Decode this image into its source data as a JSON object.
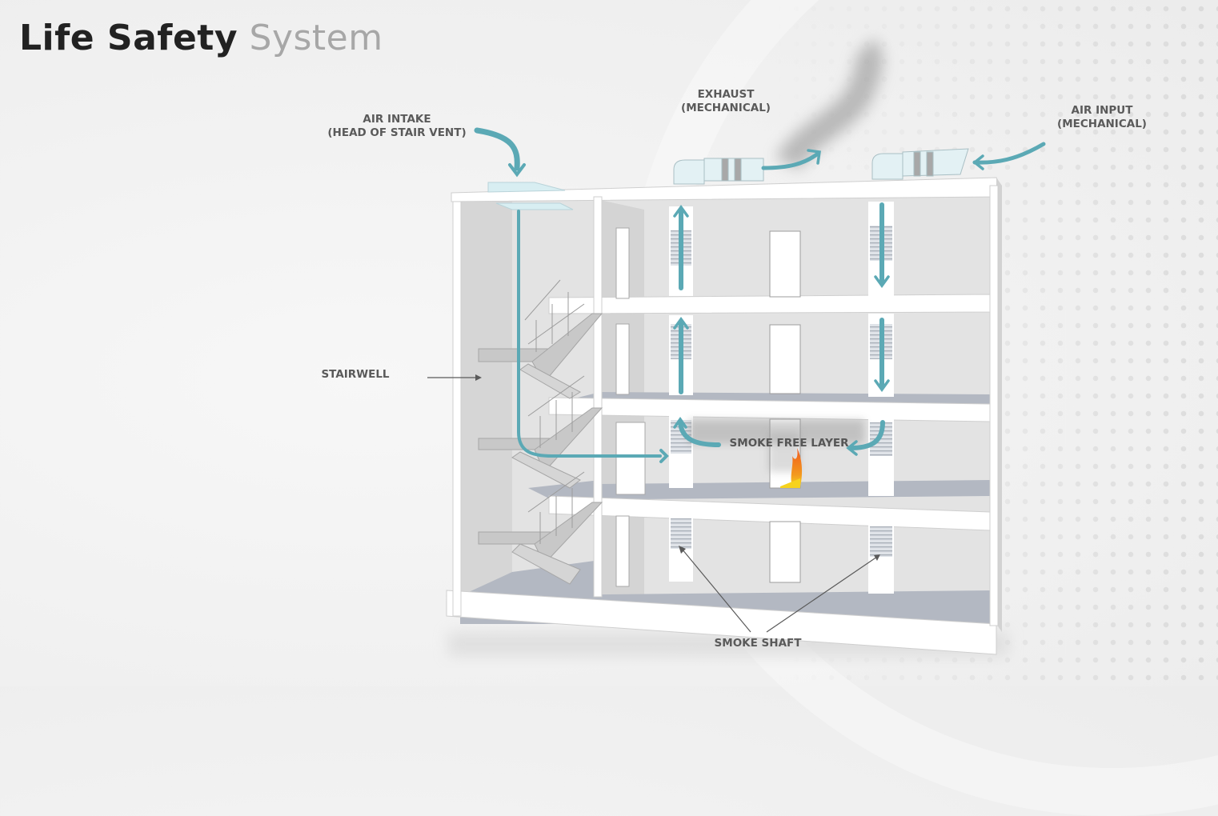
{
  "title": {
    "bold": "Life Safety",
    "light": "System"
  },
  "labels": {
    "air_intake": {
      "line1": "AIR INTAKE",
      "line2": "(HEAD OF STAIR VENT)"
    },
    "exhaust": {
      "line1": "EXHAUST",
      "line2": "(MECHANICAL)"
    },
    "air_input": {
      "line1": "AIR INPUT",
      "line2": "(MECHANICAL)"
    },
    "stairwell": "STAIRWELL",
    "smoke_free_layer": "SMOKE FREE LAYER",
    "smoke_shaft": "SMOKE SHAFT"
  },
  "colors": {
    "airflow": "#5ba9b5",
    "text": "#5a5a5a",
    "floor": "#b3b8c2",
    "wall": "#e4e4e4",
    "fire": "#f07f1e"
  }
}
